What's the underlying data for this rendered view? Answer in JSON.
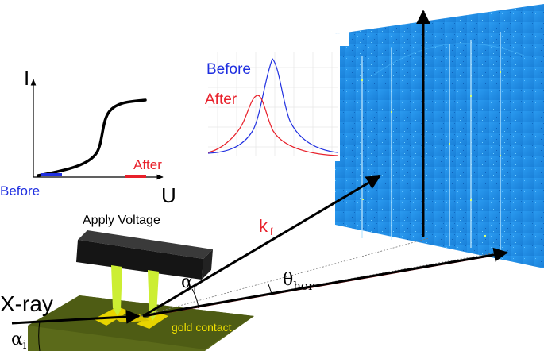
{
  "iu_plot": {
    "y_axis_label": "I",
    "x_axis_label": "U",
    "before_label": "Before",
    "after_label": "After"
  },
  "peak_plot": {
    "before_label": "Before",
    "after_label": "After"
  },
  "setup": {
    "apply_voltage_label": "Apply Voltage",
    "xray_label": "X-ray",
    "gold_contact_label": "gold contact",
    "alpha_i": {
      "symbol": "α",
      "sub": "i"
    },
    "alpha_f": {
      "symbol": "α",
      "sub": "f"
    },
    "k_f": {
      "symbol": "k",
      "sub": "f"
    },
    "theta_hor": {
      "symbol": "θ",
      "sub": "hor"
    }
  },
  "colors": {
    "before": "#1f2fe0",
    "after": "#e8202a",
    "gold": "#f0e000",
    "detector": "#1e8fe0",
    "kf_label": "#e8202a",
    "substrate": "#5b6a1a",
    "voltage_box": "#1a1a1a",
    "electrodes": "#ccee33"
  }
}
